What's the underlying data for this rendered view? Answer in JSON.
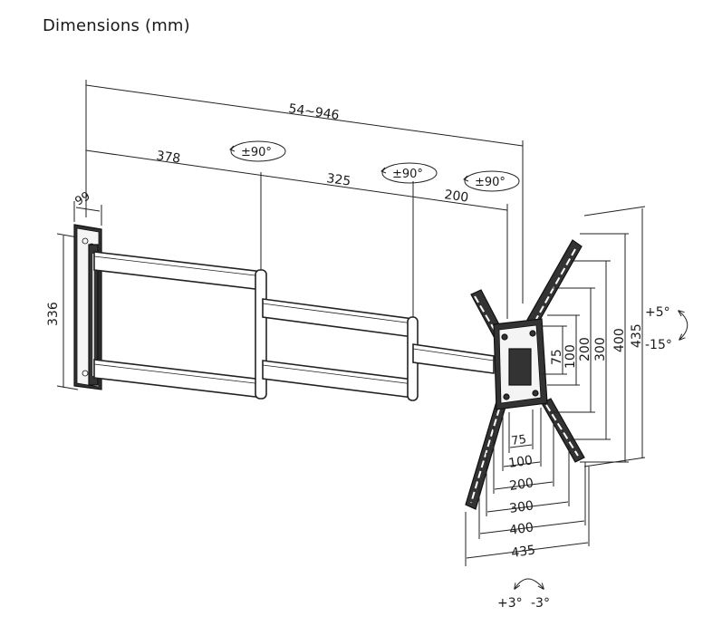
{
  "title": "Dimensions (mm)",
  "dimensions": {
    "total_length": "54~946",
    "arm1": "378",
    "arm2": "325",
    "arm3": "200",
    "wall_plate_width": "99",
    "wall_plate_height": "336"
  },
  "rotation_badges": [
    "±90°",
    "±90°",
    "±90°"
  ],
  "vesa_horizontal": [
    "75",
    "100",
    "200",
    "300",
    "400",
    "435"
  ],
  "vesa_vertical": [
    "75",
    "100",
    "200",
    "300",
    "400",
    "435"
  ],
  "tilt": {
    "up": "+5°",
    "down": "-15°"
  },
  "level_adjust": {
    "left": "+3°",
    "right": "-3°"
  }
}
